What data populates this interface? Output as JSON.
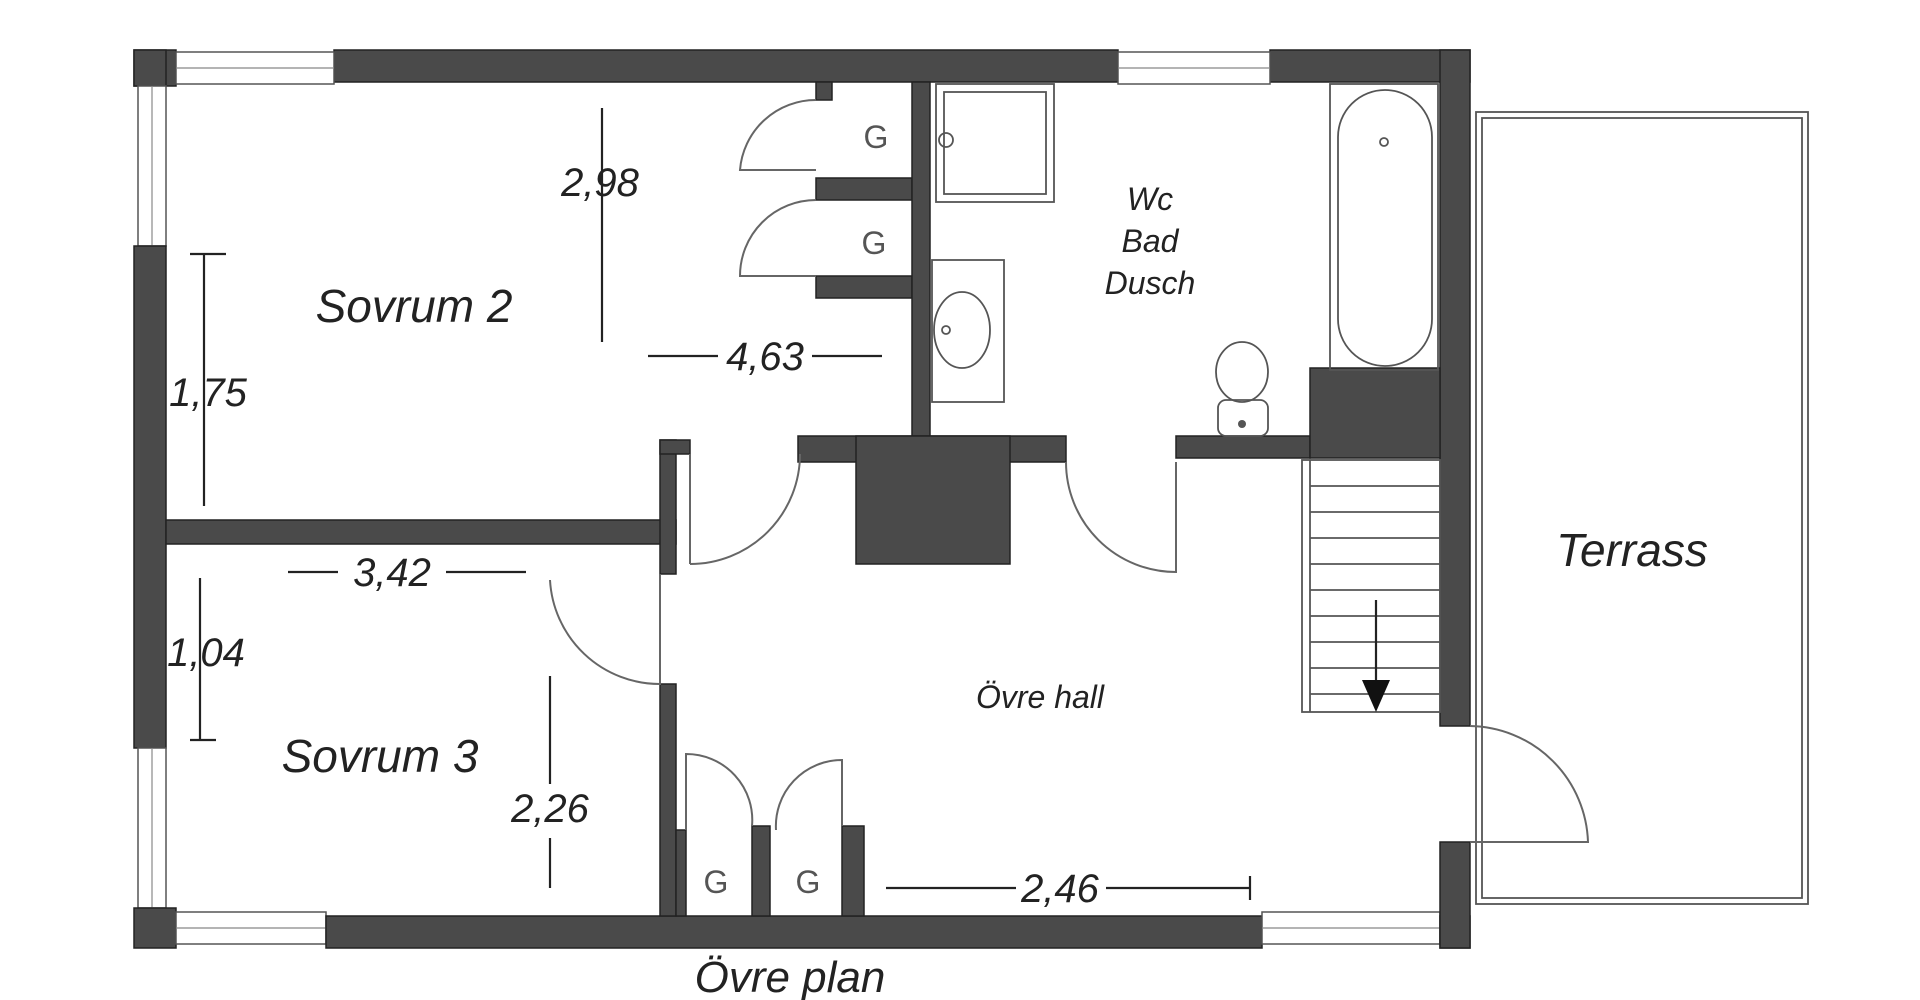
{
  "plan_title": "Övre plan",
  "rooms": {
    "sovrum2": "Sovrum 2",
    "sovrum3": "Sovrum 3",
    "hall": "Övre hall",
    "terrass": "Terrass",
    "bath_line1": "Wc",
    "bath_line2": "Bad",
    "bath_line3": "Dusch"
  },
  "closet_label": "G",
  "dimensions": {
    "d1": "2,98",
    "d2": "4,63",
    "d3": "1,75",
    "d4": "3,42",
    "d5": "1,04",
    "d6": "2,26",
    "d7": "2,46"
  },
  "colors": {
    "wall": "#4a4a4a",
    "text": "#222222"
  }
}
